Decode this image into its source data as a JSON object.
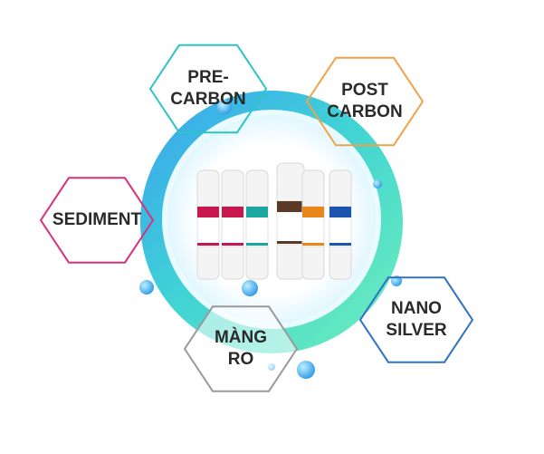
{
  "hexagons": [
    {
      "line1": "PRE-",
      "line2": "CARBON",
      "color": "#2ec4c4"
    },
    {
      "line1": "POST",
      "line2": "CARBON",
      "color": "#f0a24a"
    },
    {
      "line1": "SEDIMENT",
      "line2": "",
      "color": "#d9317a"
    },
    {
      "line1": "MÀNG",
      "line2": "RO",
      "color": "#9a9a9a"
    },
    {
      "line1": "NANO",
      "line2": "SILVER",
      "color": "#2f72c4"
    }
  ],
  "filters": [
    {
      "band": "#c8174f"
    },
    {
      "band": "#c8174f"
    },
    {
      "band": "#1aa7a0"
    },
    {
      "band": "#5a3a26"
    },
    {
      "band": "#e8861c"
    },
    {
      "band": "#1c55b0"
    }
  ]
}
